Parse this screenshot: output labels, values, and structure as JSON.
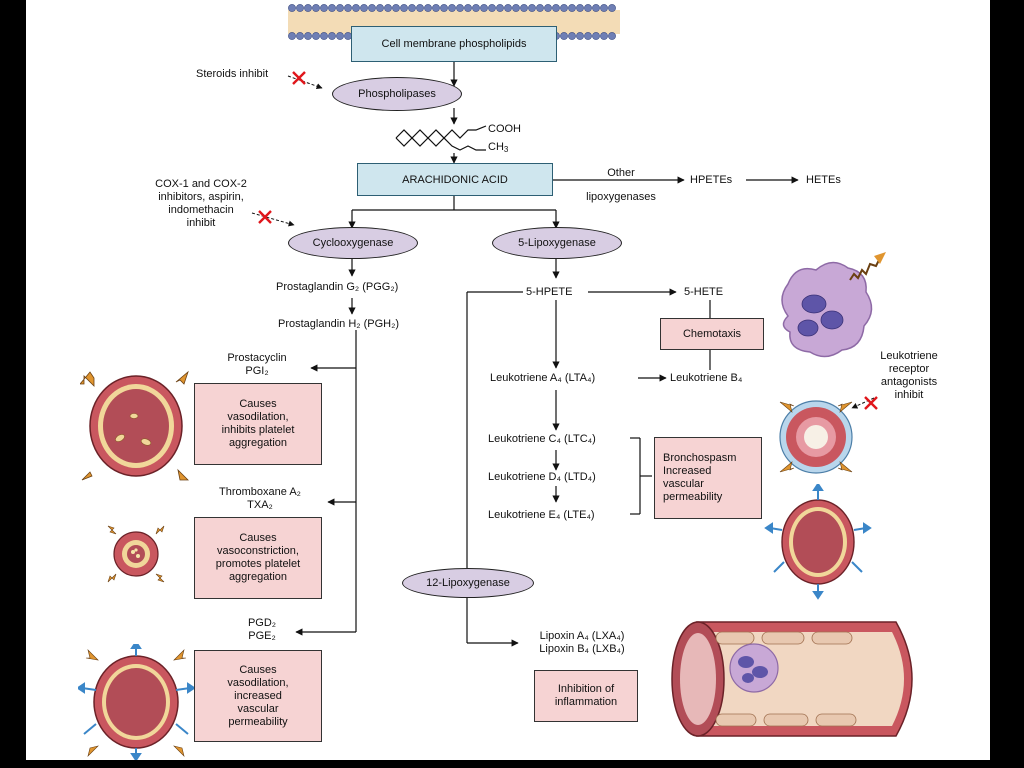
{
  "nodes": {
    "membrane": "Cell membrane phospholipids",
    "phospholipases": "Phospholipases",
    "steroids": "Steroids inhibit",
    "cooh": "COOH",
    "ch3": "CH",
    "ch3_sub": "3",
    "arachidonic": "ARACHIDONIC ACID",
    "other_lox": "Other\nlipoxygenases",
    "hpetes": "HPETEs",
    "hetes": "HETEs",
    "cox_inhib": "COX-1 and COX-2\ninhibitors, aspirin,\nindomethacin\ninhibit",
    "cyclooxygenase": "Cyclooxygenase",
    "lipoxygenase5": "5-Lipoxygenase",
    "pgg2": "Prostaglandin G₂ (PGG₂)",
    "pgh2": "Prostaglandin H₂ (PGH₂)",
    "prostacyclin": "Prostacyclin\nPGI₂",
    "prostacyclin_effect": "Causes\nvasodilation,\ninhibits platelet\naggregation",
    "thromboxane": "Thromboxane A₂\nTXA₂",
    "thromboxane_effect": "Causes\nvasoconstriction,\npromotes platelet\naggregation",
    "pgd2_pge2": "PGD₂\nPGE₂",
    "pgd2_effect": "Causes\nvasodilation,\nincreased\nvascular\npermeability",
    "hpete5": "5-HPETE",
    "hete5": "5-HETE",
    "chemotaxis": "Chemotaxis",
    "lta4": "Leukotriene A₄ (LTA₄)",
    "ltb4": "Leukotriene B₄",
    "ltc4": "Leukotriene C₄ (LTC₄)",
    "ltd4": "Leukotriene D₄ (LTD₄)",
    "lte4": "Leukotriene E₄ (LTE₄)",
    "broncho": "Bronchospasm\nIncreased\nvascular\npermeability",
    "lra": "Leukotriene\nreceptor\nantagonists\ninhibit",
    "lipoxygenase12": "12-Lipoxygenase",
    "lipoxins": "Lipoxin A₄ (LXA₄)\nLipoxin B₄ (LXB₄)",
    "inhibition": "Inhibition of\ninflammation"
  },
  "colors": {
    "blue_box": "#cfe6ee",
    "pink_box": "#f6d3d3",
    "oval": "#d8cde3",
    "vessel_wall": "#c9575f",
    "inhibit_x": "#e0161b",
    "arrow_orange": "#e0952f",
    "arrow_blue": "#3a86c8"
  }
}
